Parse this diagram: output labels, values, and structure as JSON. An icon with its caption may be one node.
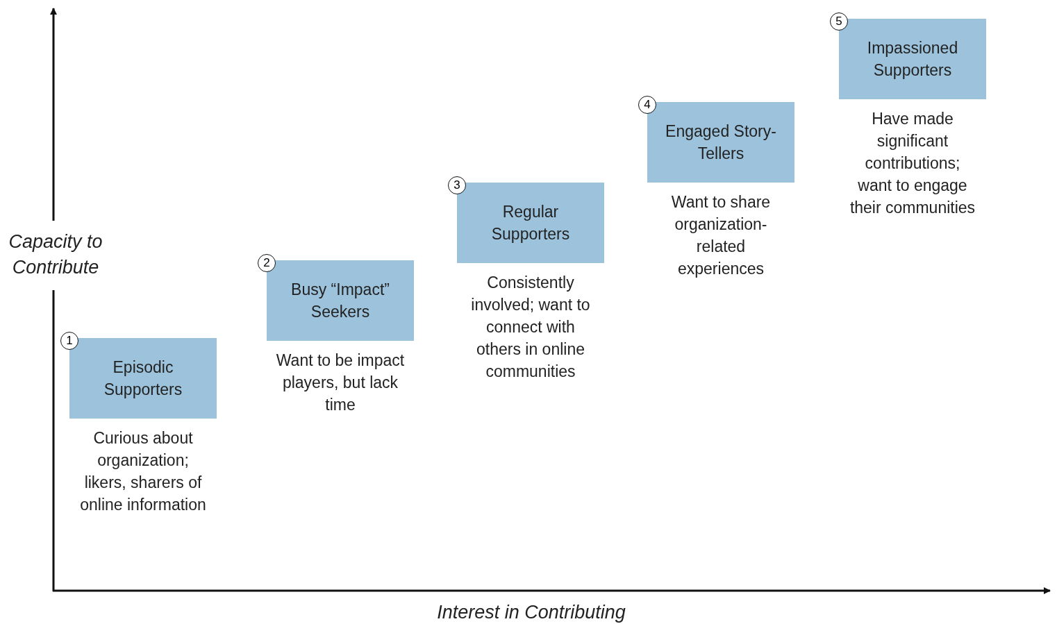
{
  "diagram": {
    "nodes": [
      {
        "text": [
          "1"
        ]
      },
      {
        "text": [
          "Episodic Supporters"
        ],
        "beside": [
          "Curious about organization; likers, sharers of online information"
        ]
      },
      {
        "text": [
          "2"
        ]
      },
      {
        "text": [
          "Busy “Impact” Seekers"
        ],
        "beside": [
          "Want to be impact players, but lack time"
        ]
      },
      {
        "text": [
          "3"
        ]
      },
      {
        "text": [
          "Regular Supporters"
        ],
        "beside": [
          "Consistently involved; want to connect with others in online communities"
        ]
      },
      {
        "text": [
          "4"
        ]
      },
      {
        "text": [
          "Engaged Story-Tellers"
        ],
        "beside": [
          "Want to share organization-related experiences"
        ]
      },
      {
        "text": [
          "5"
        ]
      },
      {
        "text": [
          "Impassioned Supporters"
        ],
        "beside": [
          "Have made significant contributions; want to engage their communities"
        ]
      }
    ],
    "labels": [
      "Capacity to Contribute",
      "Interest in Contributing"
    ]
  }
}
